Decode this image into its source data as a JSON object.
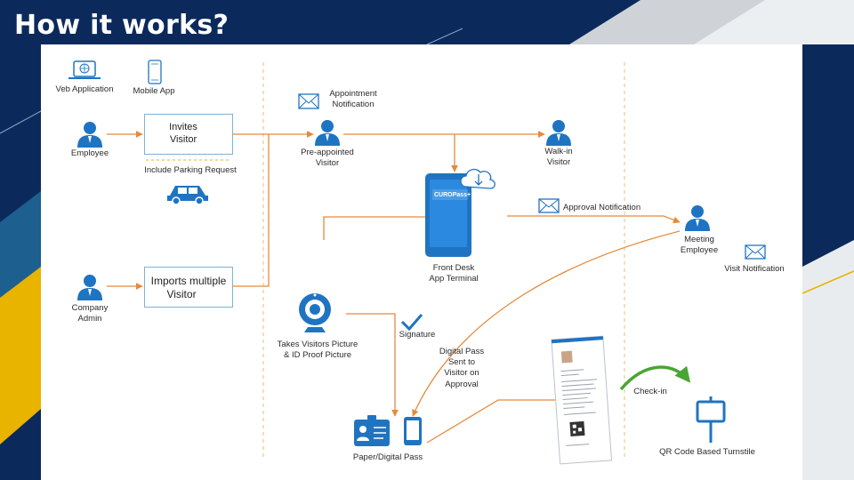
{
  "slide": {
    "title": "How it works?"
  },
  "colors": {
    "navy": "#0b2a5b",
    "accent_yellow": "#e8b400",
    "flow_orange": "#e58a3c",
    "icon_blue": "#1f74c2",
    "checkin_green": "#4aa534"
  },
  "left_channels": {
    "web": "Veb Application",
    "mobile": "Mobile App"
  },
  "actors": {
    "employee": "Employee",
    "company_admin_line1": "Company",
    "company_admin_line2": "Admin",
    "pre_appointed_line1": "Pre-appointed",
    "pre_appointed_line2": "Visitor",
    "walk_in_line1": "Walk-in",
    "walk_in_line2": "Visitor",
    "meeting_employee_line1": "Meeting",
    "meeting_employee_line2": "Employee"
  },
  "boxes": {
    "invites_line1": "Invites",
    "invites_line2": "Visitor",
    "imports_line1": "Imports multiple",
    "imports_line2": "Visitor"
  },
  "labels": {
    "parking_request": "Include Parking Request",
    "appointment_notification_line1": "Appointment",
    "appointment_notification_line2": "Notification",
    "approval_notification": "Approval Notification",
    "visit_notification": "Visit Notification",
    "front_desk_line1": "Front Desk",
    "front_desk_line2": "App Terminal",
    "takes_picture_line1": "Takes Visitors Picture",
    "takes_picture_line2": "& ID Proof Picture",
    "signature": "Signature",
    "digital_pass_line1": "Digital Pass",
    "digital_pass_line2": "Sent to",
    "digital_pass_line3": "Visitor on",
    "digital_pass_line4": "Approval",
    "paper_digital_pass": "Paper/Digital Pass",
    "check_in": "Check-in",
    "turnstile": "QR Code Based Turnstile"
  },
  "terminal_brand": "CUROPass+",
  "icons": [
    "laptop-icon",
    "phone-icon",
    "person-icon",
    "car-icon",
    "envelope-icon",
    "cloud-download-icon",
    "webcam-icon",
    "checkmark-icon",
    "id-card-icon",
    "qr-pass-icon",
    "turnstile-icon",
    "people-icon"
  ]
}
